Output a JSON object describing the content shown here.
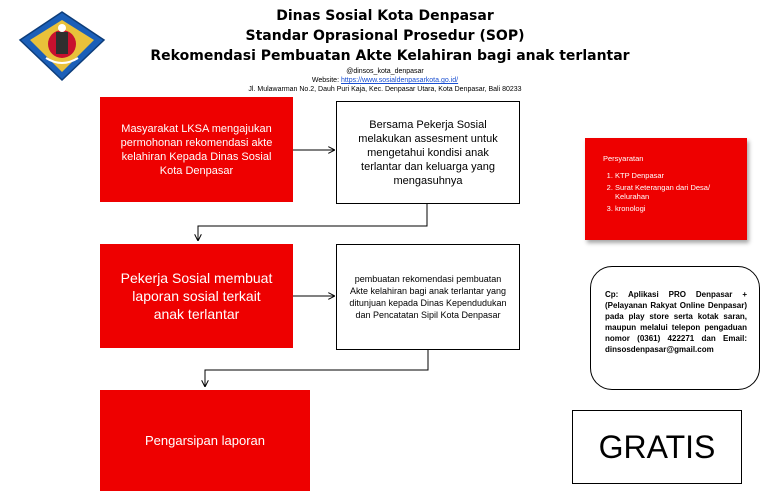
{
  "header": {
    "title1": "Dinas Sosial Kota Denpasar",
    "title2": "Standar Oprasional Prosedur (SOP)",
    "title3": "Rekomendasi Pembuatan Akte Kelahiran bagi anak terlantar",
    "instagram": "@dinsos_kota_denpasar",
    "website_label": "Website:",
    "website_url": "https://www.sosialdenpasarkota.go.id/",
    "address": "Jl. Mulawarman No.2, Dauh Puri Kaja, Kec. Denpasar Utara, Kota Denpasar, Bali 80233"
  },
  "flow": {
    "step1": "Masyarakat LKSA mengajukan permohonan rekomendasi akte kelahiran Kepada Dinas Sosial Kota Denpasar",
    "step2": "Bersama Pekerja Sosial melakukan assesment untuk mengetahui kondisi anak terlantar dan keluarga yang mengasuhnya",
    "step3": "Pekerja Sosial membuat laporan sosial terkait anak terlantar",
    "step4": "pembuatan rekomendasi pembuatan Akte kelahiran bagi anak terlantar yang ditunjuan kepada Dinas Kependudukan dan Pencatatan Sipil Kota Denpasar",
    "step5": "Pengarsipan laporan"
  },
  "requirements": {
    "title": "Persyaratan",
    "items": [
      "KTP Denpasar",
      "Surat Keterangan dari Desa/ Kelurahan",
      "kronologi"
    ]
  },
  "contact": "Cp: Aplikasi PRO Denpasar + (Pelayanan Rakyat Online Denpasar) pada play store serta kotak saran, maupun melalui telepon pengaduan nomor (0361) 422271 dan Email: dinsosdenpasar@gmail.com",
  "gratis": "GRATIS",
  "colors": {
    "accent_red": "#ee0000",
    "link_blue": "#1a4fd1"
  }
}
